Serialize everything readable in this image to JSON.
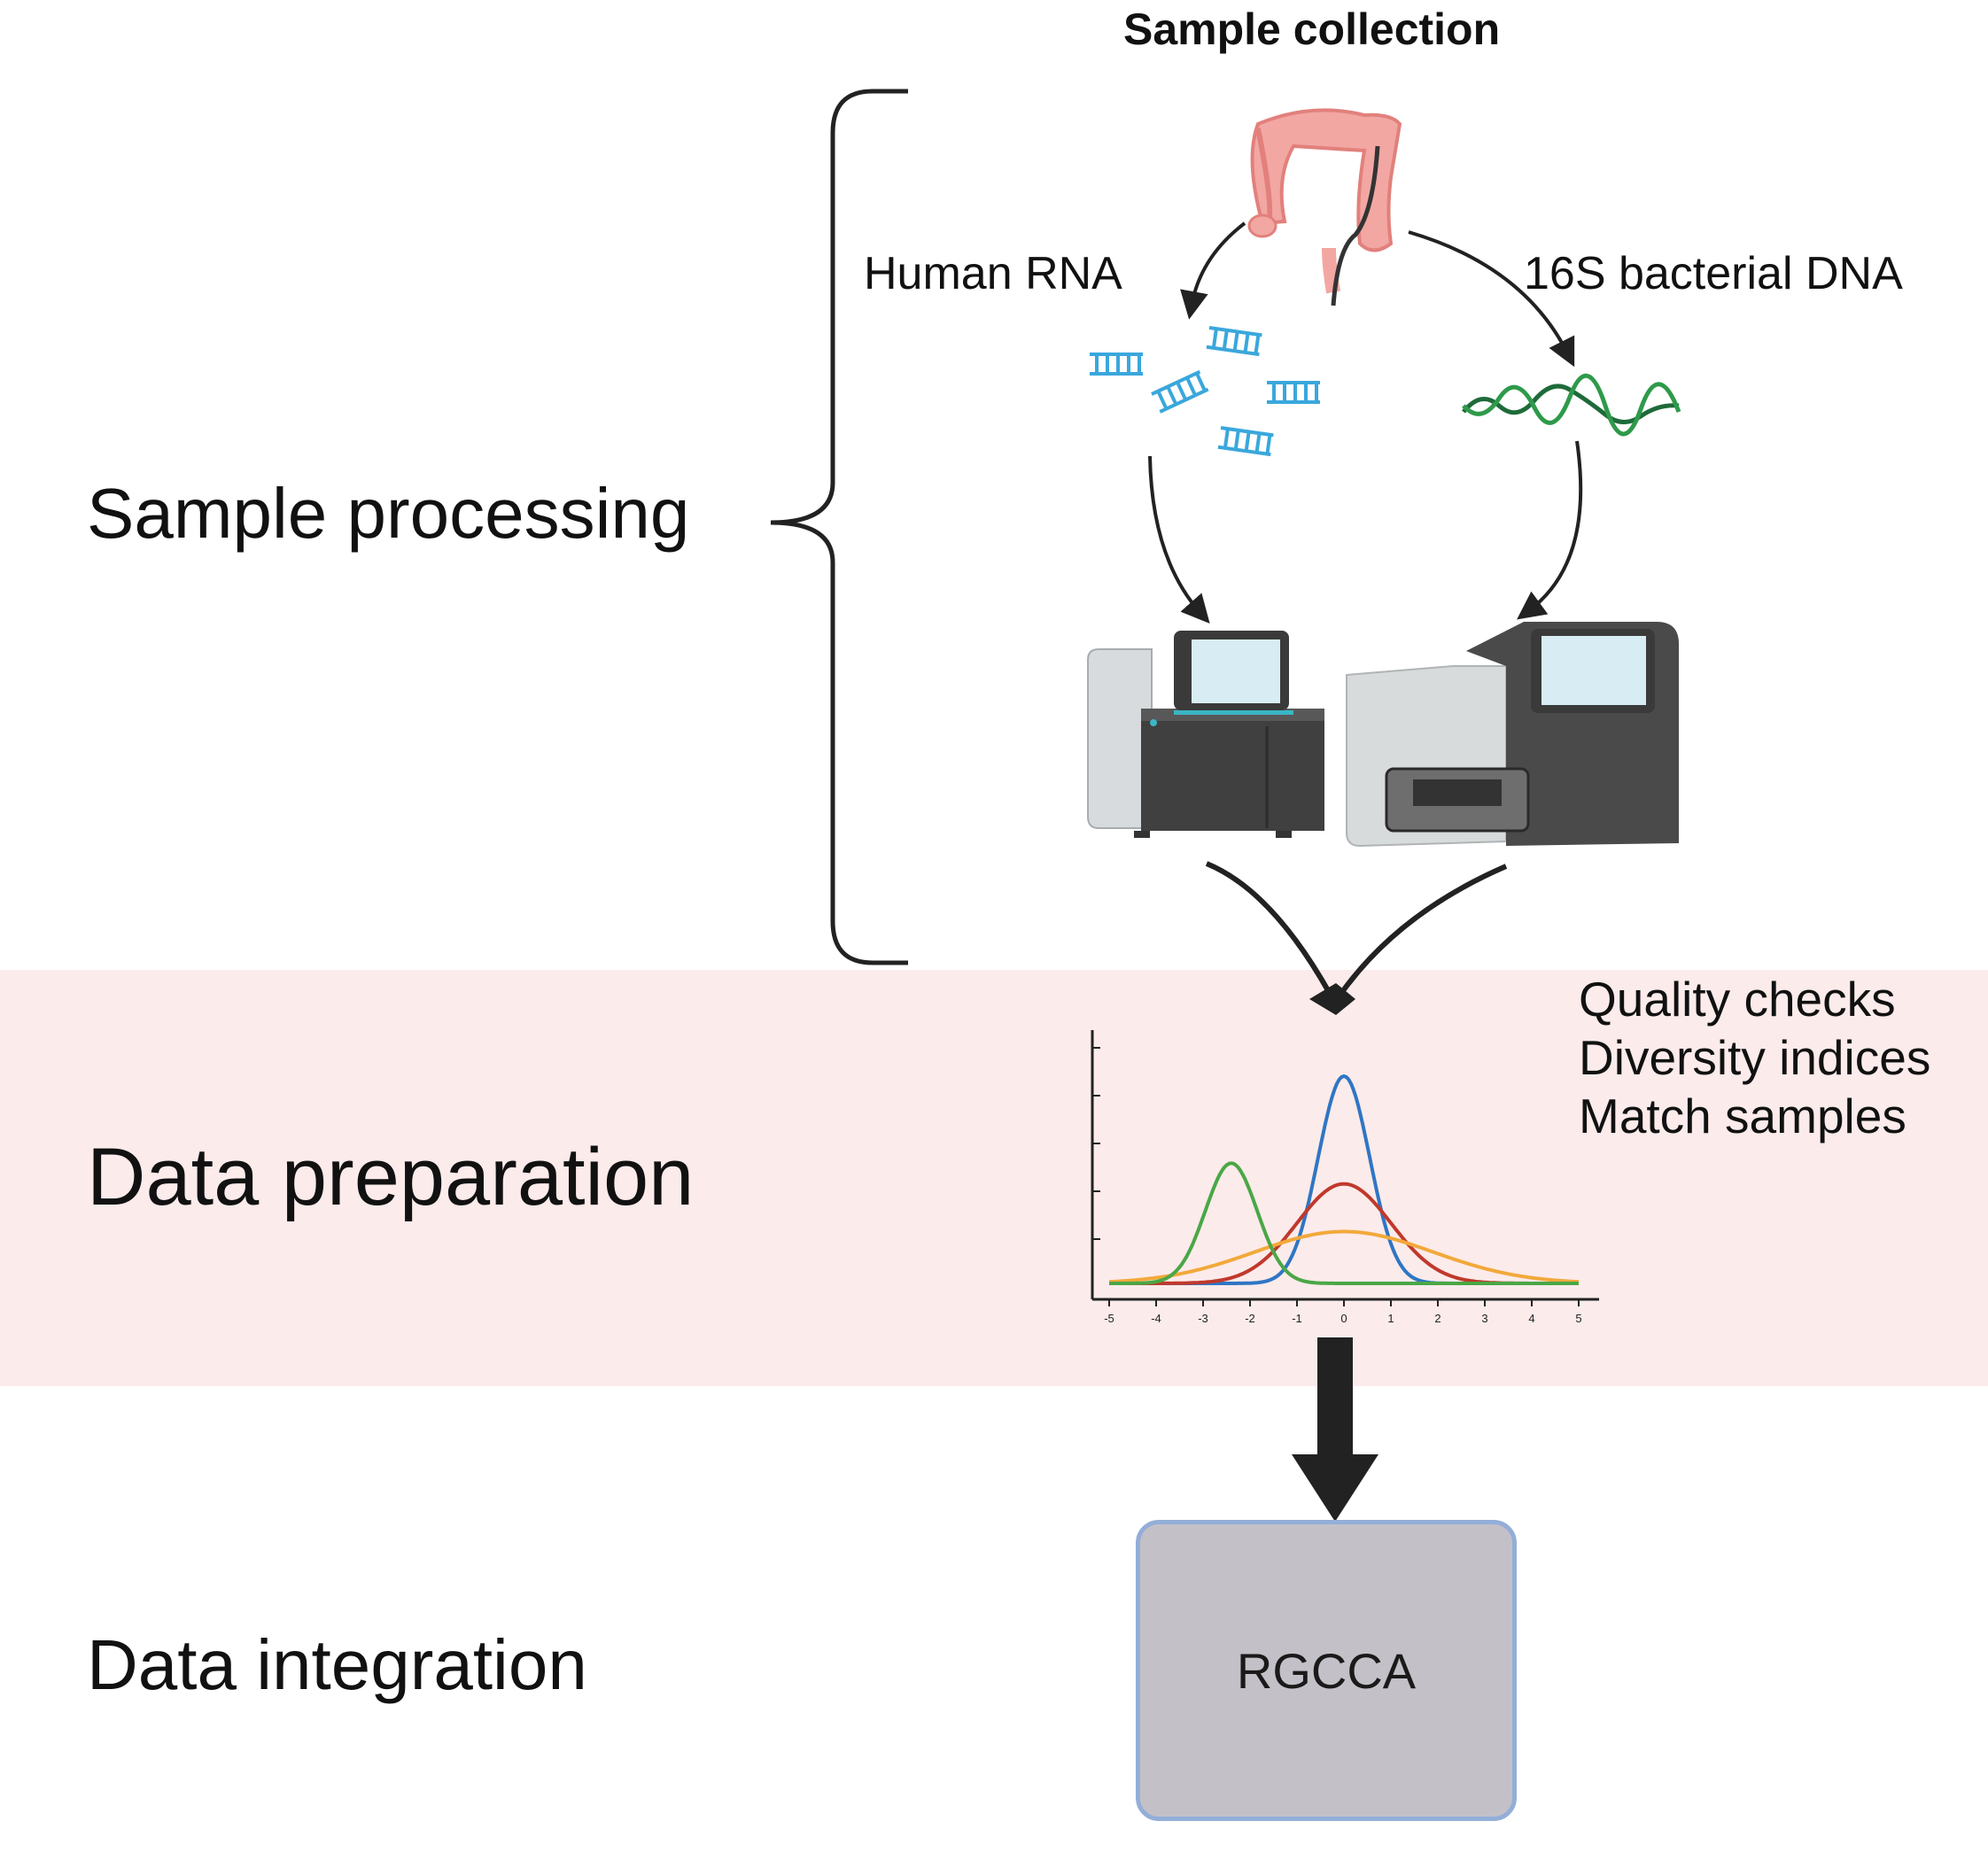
{
  "title": "Sample collection",
  "stages": {
    "processing": "Sample processing",
    "preparation": "Data preparation",
    "integration": "Data integration"
  },
  "branches": {
    "left": "Human RNA",
    "right": "16S bacterial DNA"
  },
  "preparation_steps": [
    "Quality checks",
    "Diversity indices",
    "Match samples"
  ],
  "method": "RGCCA",
  "colors": {
    "band": "#fcebeb",
    "method_box_fill": "#c3c1c7",
    "method_box_border": "#93aed8",
    "rna": "#3aa7dc",
    "dna": "#1e6b3a",
    "colon": "#f2a7a3"
  },
  "icons": [
    "colon-icon",
    "rna-icon",
    "dna-helix-icon",
    "sequencer-icon"
  ],
  "chart_data": {
    "type": "line",
    "x_ticks": [
      "-5",
      "-4",
      "-3",
      "-2",
      "-1",
      "0",
      "1",
      "2",
      "3",
      "4",
      "5"
    ],
    "xlim": [
      -5,
      5
    ],
    "grid": false,
    "series": [
      {
        "color": "#2f76c4",
        "center": 0,
        "sigma": 0.55,
        "peak": 1.0
      },
      {
        "color": "#c0392b",
        "center": 0,
        "sigma": 1.0,
        "peak": 0.48
      },
      {
        "color": "#f2a93b",
        "center": 0,
        "sigma": 1.9,
        "peak": 0.25
      },
      {
        "color": "#4aa746",
        "center": -2.4,
        "sigma": 0.55,
        "peak": 0.58
      }
    ]
  }
}
